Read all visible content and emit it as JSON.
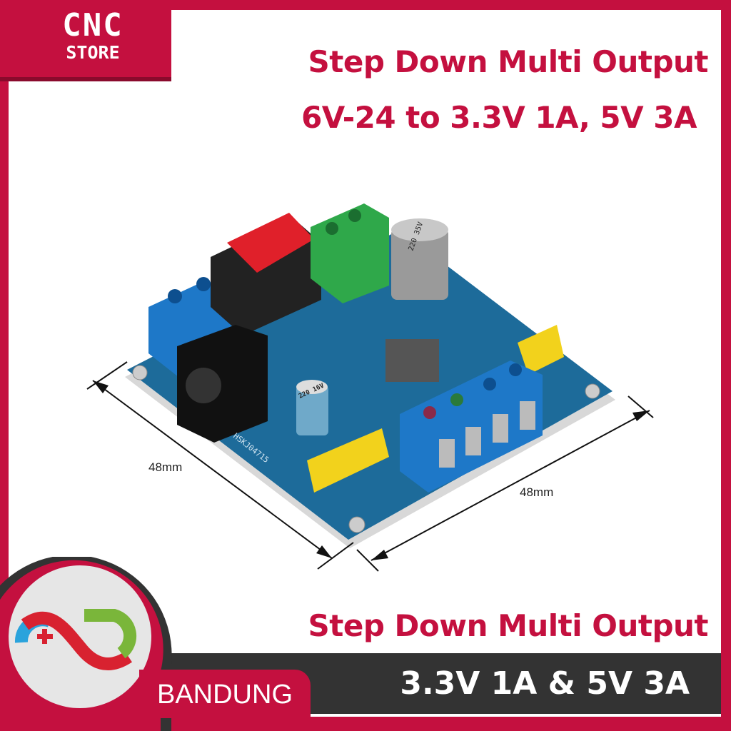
{
  "brand": {
    "logo_line1": "CNC",
    "logo_line2": "STORE",
    "color": "#c4103f"
  },
  "headline": {
    "line1": "Step Down Multi Output",
    "line2": "6V-24 to 3.3V 1A, 5V 3A"
  },
  "dimensions": {
    "left": "48mm",
    "right": "48mm"
  },
  "footer": {
    "title": "Step Down Multi Output",
    "spec": "3.3V 1A & 5V 3A",
    "location": "BANDUNG",
    "band_color": "#333333"
  },
  "product_image": {
    "board_label": "HSKJ04715",
    "cap1": "220 16V",
    "cap2": "220 35V"
  }
}
